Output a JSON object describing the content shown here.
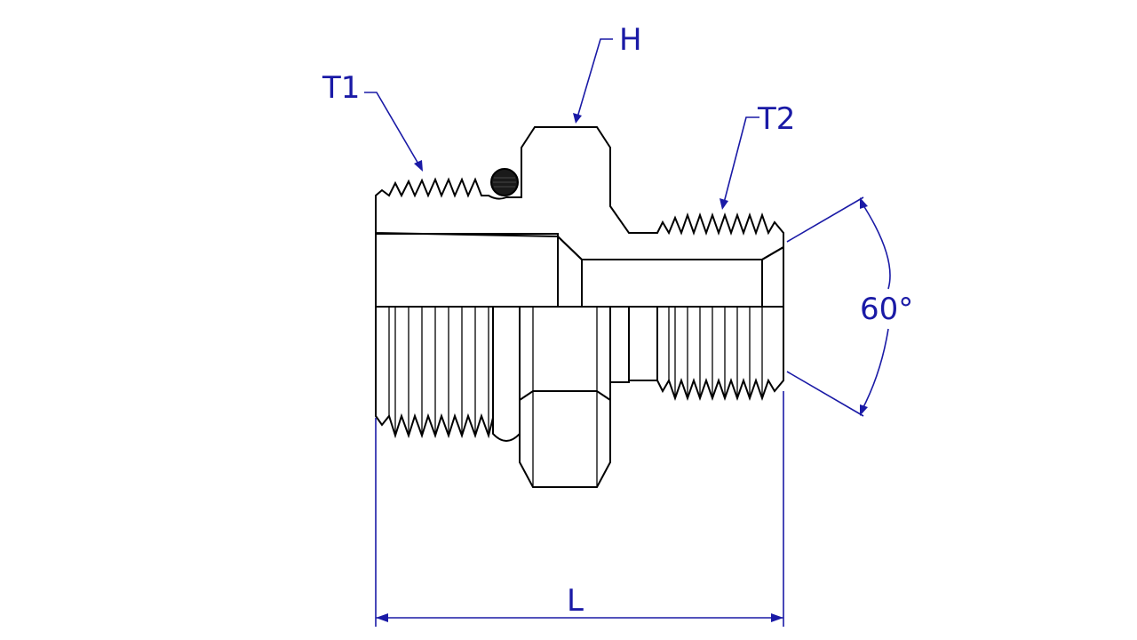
{
  "labels": {
    "t1": "T1",
    "h": "H",
    "t2": "T2",
    "angle": "60°",
    "length": "L"
  },
  "colors": {
    "dimension": "#1a1aa6",
    "outline": "#000000",
    "oring": "#1a1a1a",
    "background": "#ffffff"
  }
}
